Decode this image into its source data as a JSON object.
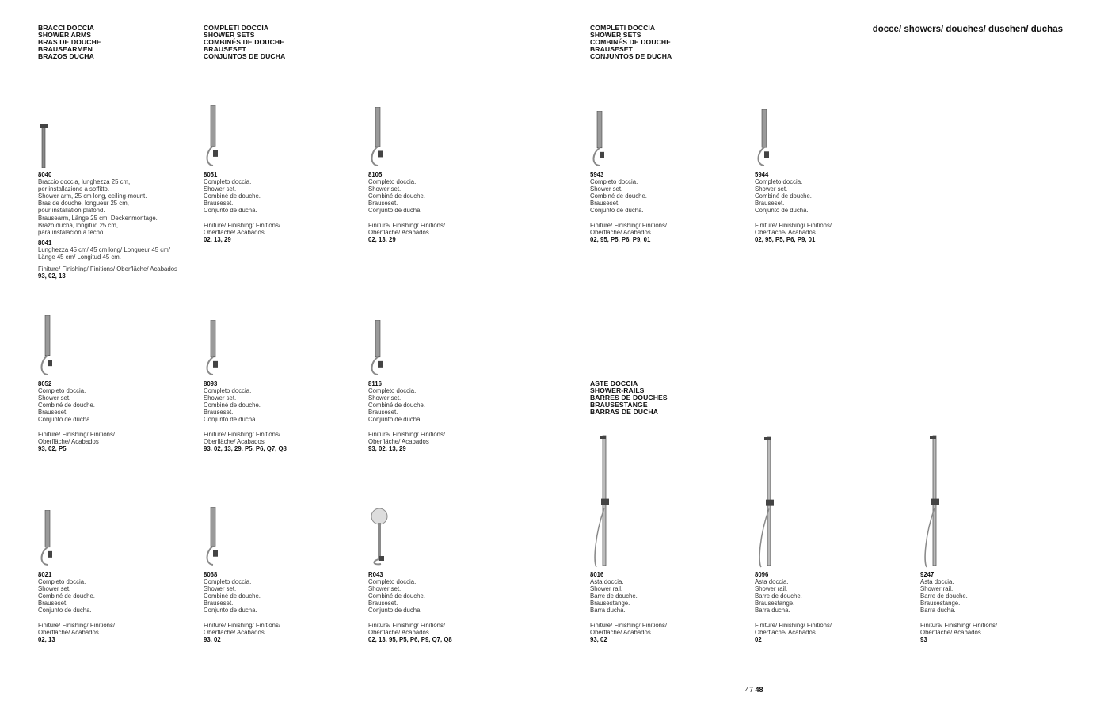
{
  "page_title": "docce/ showers/ douches/ duschen/ duchas",
  "page_numbers": {
    "left": "47",
    "right": "48"
  },
  "sections": {
    "shower_arms": [
      "BRACCI DOCCIA",
      "SHOWER ARMS",
      "BRAS DE DOUCHE",
      "BRAUSEARMEN",
      "BRAZOS DUCHA"
    ],
    "shower_sets_left": [
      "COMPLETI DOCCIA",
      "SHOWER SETS",
      "COMBINÉS DE DOUCHE",
      "BRAUSESET",
      "CONJUNTOS DE DUCHA"
    ],
    "shower_sets_right": [
      "COMPLETI DOCCIA",
      "SHOWER SETS",
      "COMBINÉS DE DOUCHE",
      "BRAUSESET",
      "CONJUNTOS DE DUCHA"
    ],
    "shower_rails": [
      "ASTE DOCCIA",
      "SHOWER-RAILS",
      "BARRES DE DOUCHES",
      "BRAUSESTANGE",
      "BARRAS DE DUCHA"
    ]
  },
  "products": [
    {
      "code": "8040",
      "desc": [
        "Braccio doccia, lunghezza 25 cm,",
        "per installazione a soffitto.",
        "Shower arm, 25 cm long, ceiling-mount.",
        "Bras de douche, longueur 25 cm,",
        "pour installation plafond.",
        "Brausearm, Länge 25 cm, Deckenmontage.",
        "Brazo ducha, longitud 25 cm,",
        "para instalación a techo."
      ],
      "variant": {
        "code": "8041",
        "desc": [
          "Lunghezza 45 cm/ 45 cm long/ Longueur 45 cm/",
          "Länge 45 cm/ Longitud 45 cm."
        ]
      },
      "finish_label": [
        "Finiture/ Finishing/ Finitions/ Oberfläche/ Acabados"
      ],
      "finishes": "93, 02, 13",
      "icon": "shower-arm"
    },
    {
      "code": "8051",
      "desc": [
        "Completo doccia.",
        "Shower set.",
        "Combiné de douche.",
        "Brauseset.",
        "Conjunto de ducha."
      ],
      "finish_label": [
        "Finiture/ Finishing/ Finitions/",
        "Oberfläche/ Acabados"
      ],
      "finishes": "02, 13, 29",
      "icon": "shower-set"
    },
    {
      "code": "8105",
      "desc": [
        "Completo doccia.",
        "Shower set.",
        "Combiné de douche.",
        "Brauseset.",
        "Conjunto de ducha."
      ],
      "finish_label": [
        "Finiture/ Finishing/ Finitions/",
        "Oberfläche/ Acabados"
      ],
      "finishes": "02, 13, 29",
      "icon": "shower-set"
    },
    {
      "code": "5943",
      "desc": [
        "Completo doccia.",
        "Shower set.",
        "Combiné de douche.",
        "Brauseset.",
        "Conjunto de ducha."
      ],
      "finish_label": [
        "Finiture/ Finishing/ Finitions/",
        "Oberfläche/ Acabados"
      ],
      "finishes": "02, 95, P5, P6, P9, 01",
      "icon": "shower-set"
    },
    {
      "code": "5944",
      "desc": [
        "Completo doccia.",
        "Shower set.",
        "Combiné de douche.",
        "Brauseset.",
        "Conjunto de ducha."
      ],
      "finish_label": [
        "Finiture/ Finishing/ Finitions/",
        "Oberfläche/ Acabados"
      ],
      "finishes": "02, 95, P5, P6, P9, 01",
      "icon": "shower-set"
    },
    {
      "code": "8052",
      "desc": [
        "Completo doccia.",
        "Shower set.",
        "Combiné de douche.",
        "Brauseset.",
        "Conjunto de ducha."
      ],
      "finish_label": [
        "Finiture/ Finishing/ Finitions/",
        "Oberfläche/ Acabados"
      ],
      "finishes": "93, 02, P5",
      "icon": "shower-set"
    },
    {
      "code": "8093",
      "desc": [
        "Completo doccia.",
        "Shower set.",
        "Combiné de douche.",
        "Brauseset.",
        "Conjunto de ducha."
      ],
      "finish_label": [
        "Finiture/ Finishing/ Finitions/",
        "Oberfläche/ Acabados"
      ],
      "finishes": "93, 02, 13, 29, P5, P6, Q7, Q8",
      "icon": "shower-set"
    },
    {
      "code": "8116",
      "desc": [
        "Completo doccia.",
        "Shower set.",
        "Combiné de douche.",
        "Brauseset.",
        "Conjunto de ducha."
      ],
      "finish_label": [
        "Finiture/ Finishing/ Finitions/",
        "Oberfläche/ Acabados"
      ],
      "finishes": "93, 02, 13, 29",
      "icon": "shower-set"
    },
    {
      "code": "8021",
      "desc": [
        "Completo doccia.",
        "Shower set.",
        "Combiné de douche.",
        "Brauseset.",
        "Conjunto de ducha."
      ],
      "finish_label": [
        "Finiture/ Finishing/ Finitions/",
        "Oberfläche/ Acabados"
      ],
      "finishes": "02, 13",
      "icon": "shower-set"
    },
    {
      "code": "8068",
      "desc": [
        "Completo doccia.",
        "Shower set.",
        "Combiné de douche.",
        "Brauseset.",
        "Conjunto de ducha."
      ],
      "finish_label": [
        "Finiture/ Finishing/ Finitions/",
        "Oberfläche/ Acabados"
      ],
      "finishes": "93, 02",
      "icon": "shower-set"
    },
    {
      "code": "R043",
      "desc": [
        "Completo doccia.",
        "Shower set.",
        "Combiné de douche.",
        "Brauseset.",
        "Conjunto de ducha."
      ],
      "finish_label": [
        "Finiture/ Finishing/ Finitions/",
        "Oberfläche/ Acabados"
      ],
      "finishes": "02, 13, 95, P5, P6, P9, Q7, Q8",
      "icon": "round-shower-set"
    },
    {
      "code": "8016",
      "desc": [
        "Asta doccia.",
        "Shower rail.",
        "Barre de douche.",
        "Brausestange.",
        "Barra ducha."
      ],
      "finish_label": [
        "Finiture/ Finishing/ Finitions/",
        "Oberfläche/ Acabados"
      ],
      "finishes": "93, 02",
      "icon": "shower-rail"
    },
    {
      "code": "8096",
      "desc": [
        "Asta doccia.",
        "Shower rail.",
        "Barre de douche.",
        "Brausestange.",
        "Barra ducha."
      ],
      "finish_label": [
        "Finiture/ Finishing/ Finitions/",
        "Oberfläche/ Acabados"
      ],
      "finishes": "02",
      "icon": "shower-rail"
    },
    {
      "code": "9247",
      "desc": [
        "Asta doccia.",
        "Shower rail.",
        "Barre de douche.",
        "Brausestange.",
        "Barra ducha."
      ],
      "finish_label": [
        "Finiture/ Finishing/ Finitions/",
        "Oberfläche/ Acabados"
      ],
      "finishes": "93",
      "icon": "shower-rail"
    }
  ]
}
